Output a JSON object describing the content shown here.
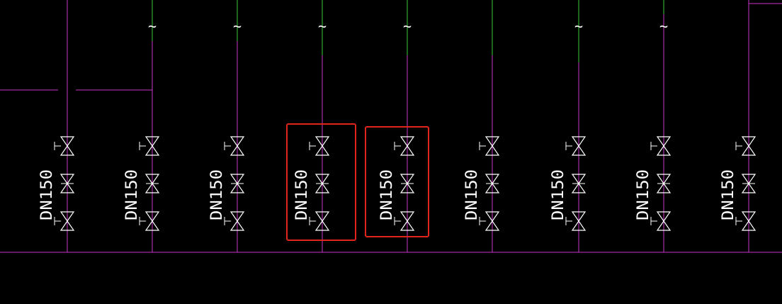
{
  "diagram": {
    "background": "#000000",
    "colors": {
      "pipe": "#cc33cc",
      "upper_pipe": "#33cc33",
      "valve": "#ffffff",
      "label": "#ffffff",
      "highlight": "#e0261b"
    },
    "branch_label": "DN150",
    "break_symbol": "~",
    "branch_count": 9,
    "highlighted_branches": [
      4,
      5
    ],
    "valves_per_branch": 3
  }
}
